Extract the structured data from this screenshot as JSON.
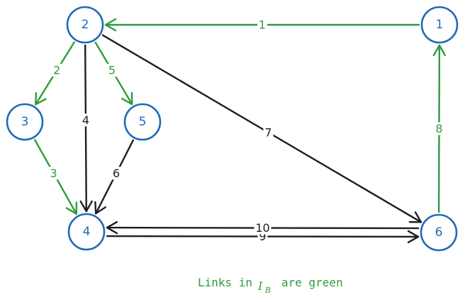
{
  "colors": {
    "node": "#1c6bb8",
    "ib_edge": "#2e9c3a",
    "other_edge": "#1e1e1e",
    "caption": "#2e9c3a"
  },
  "nodes": [
    {
      "id": "1",
      "label": "1"
    },
    {
      "id": "2",
      "label": "2"
    },
    {
      "id": "3",
      "label": "3"
    },
    {
      "id": "4",
      "label": "4"
    },
    {
      "id": "5",
      "label": "5"
    },
    {
      "id": "6",
      "label": "6"
    }
  ],
  "edges": [
    {
      "from": "1",
      "to": "2",
      "label": "1",
      "in_ib": true
    },
    {
      "from": "2",
      "to": "3",
      "label": "2",
      "in_ib": true
    },
    {
      "from": "3",
      "to": "4",
      "label": "3",
      "in_ib": true
    },
    {
      "from": "2",
      "to": "4",
      "label": "4",
      "in_ib": false
    },
    {
      "from": "2",
      "to": "5",
      "label": "5",
      "in_ib": true
    },
    {
      "from": "5",
      "to": "4",
      "label": "6",
      "in_ib": false
    },
    {
      "from": "2",
      "to": "6",
      "label": "7",
      "in_ib": false
    },
    {
      "from": "6",
      "to": "1",
      "label": "8",
      "in_ib": true
    },
    {
      "from": "4",
      "to": "6",
      "label": "9",
      "in_ib": false
    },
    {
      "from": "6",
      "to": "4",
      "label": "10",
      "in_ib": false
    }
  ],
  "caption": {
    "prefix": "Links in",
    "math_main": "I",
    "math_sub": "B",
    "suffix": "are green"
  }
}
